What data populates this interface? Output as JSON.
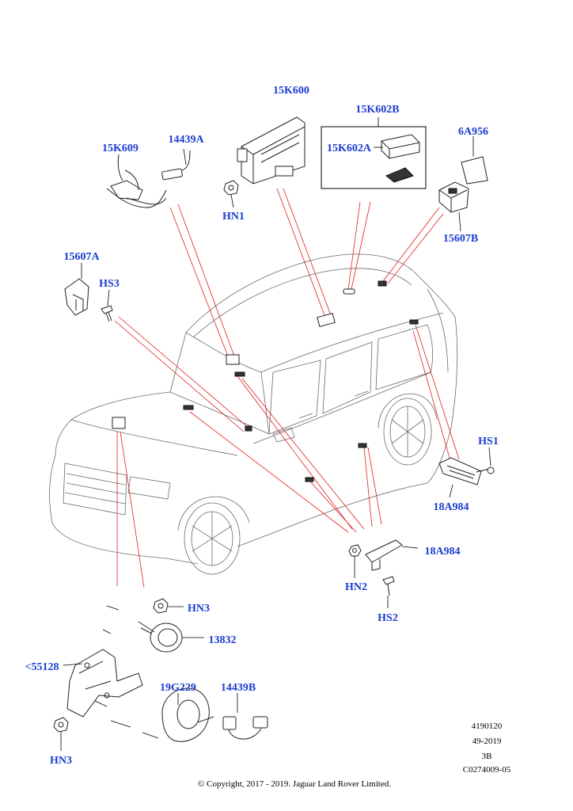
{
  "colors": {
    "callout": "#1a3ccf",
    "pointer_line": "#e31b1b",
    "line_art": "#6a6a6a"
  },
  "callouts": {
    "c15K600": "15K600",
    "c15K602B": "15K602B",
    "c15K602A": "15K602A",
    "c6A956": "6A956",
    "c15K609": "15K609",
    "c14439A": "14439A",
    "cHN1_top": "HN1",
    "c15607B": "15607B",
    "c15607A": "15607A",
    "cHS3": "HS3",
    "cHS1": "HS1",
    "c18A984_right": "18A984",
    "c18A984_mid": "18A984",
    "cHN2": "HN2",
    "cHS2": "HS2",
    "cHN3_top": "HN3",
    "c13832": "13832",
    "c55128": "<55128",
    "c19G229": "19G229",
    "c14439B": "14439B",
    "cHN3_bottom": "HN3"
  },
  "meta": {
    "ref1": "4190120",
    "ref2": "49-2019",
    "ref3": "3B",
    "ref4": "C0274009-05",
    "copyright": "© Copyright, 2017 - 2019. Jaguar Land Rover Limited."
  },
  "icons": [
    "vehicle-outline",
    "module-icon",
    "harness-icon",
    "nut-icon",
    "screw-icon",
    "bracket-icon",
    "horn-icon",
    "siren-icon",
    "sensor-icon",
    "antenna-icon"
  ]
}
